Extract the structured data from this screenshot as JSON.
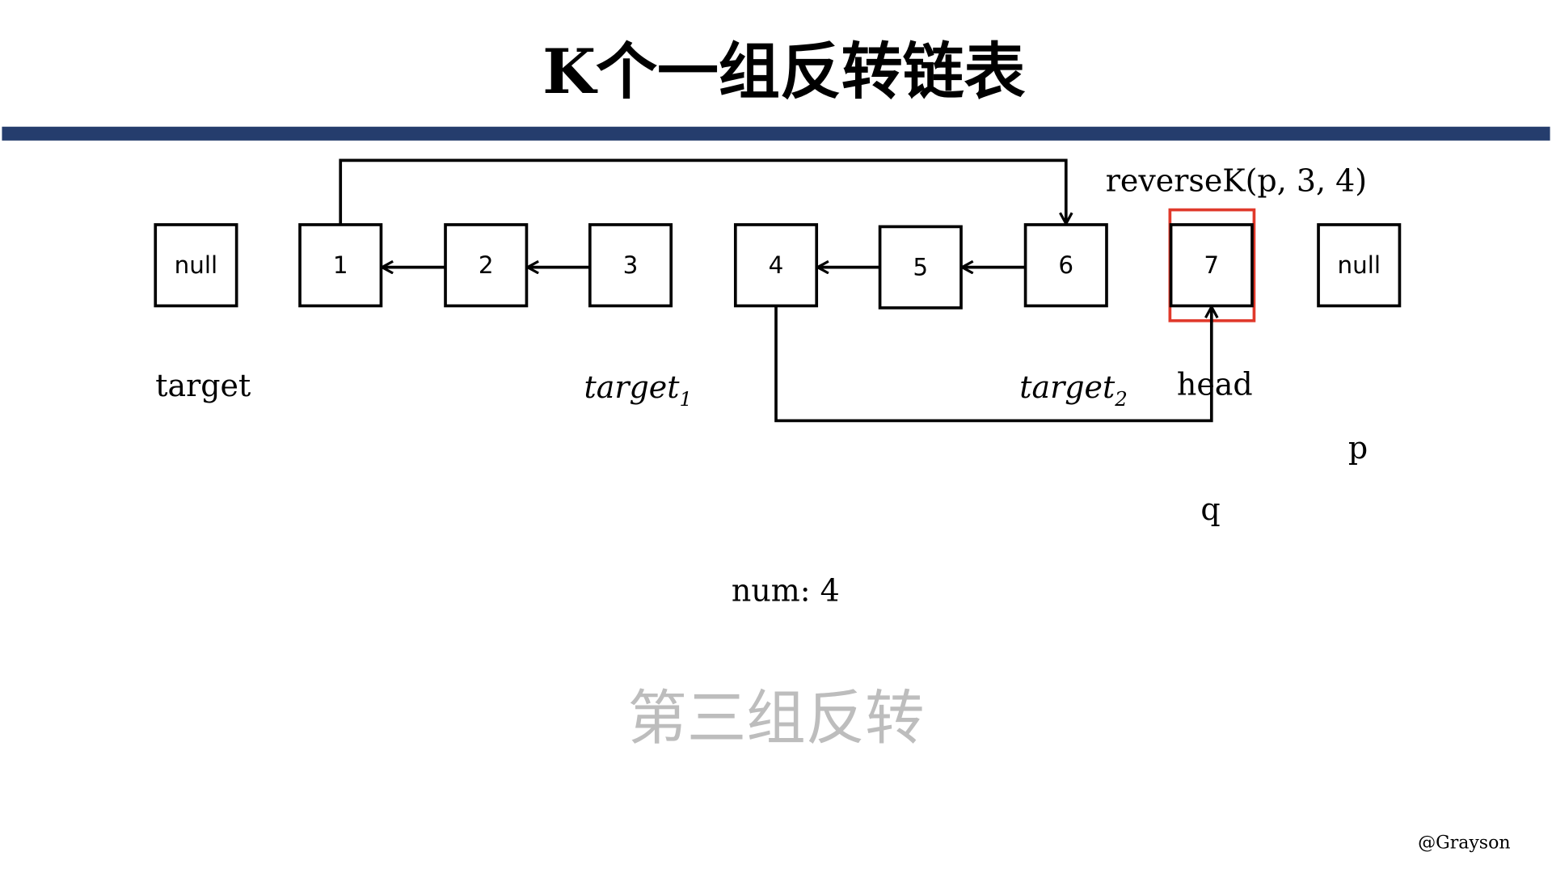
{
  "title": "K个一组反转链表",
  "subtitle": "第三组反转",
  "credit": "@Grayson",
  "call_label": "reverseK(p, 3, 4)",
  "num_label": "num: 4",
  "nodes": [
    "null",
    "1",
    "2",
    "3",
    "4",
    "5",
    "6",
    "7",
    "null"
  ],
  "pointers": {
    "target": "target",
    "target1": "target",
    "target1_sub": "1",
    "target2": "target",
    "target2_sub": "2",
    "head": "head",
    "p": "p",
    "q": "q"
  },
  "colors": {
    "rule": "#253d6d",
    "highlight": "#e0392b",
    "subtitle": "#bdbdbd",
    "stroke": "#000000"
  }
}
